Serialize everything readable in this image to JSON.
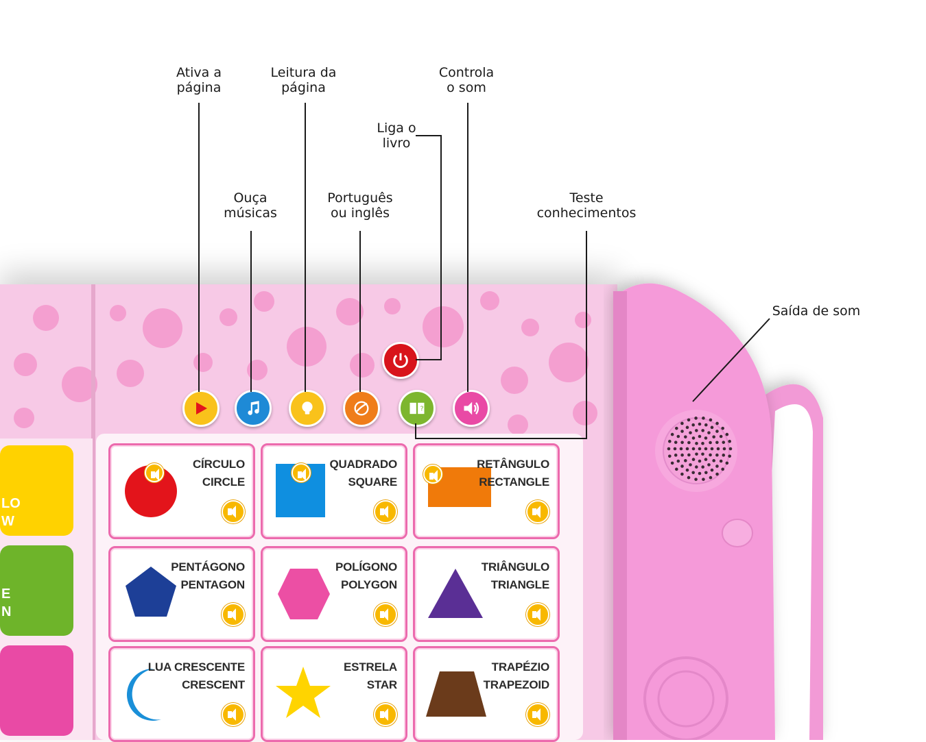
{
  "callouts": {
    "ativa": {
      "line1": "Ativa a",
      "line2": "página"
    },
    "leitura": {
      "line1": "Leitura da",
      "line2": "página"
    },
    "controla": {
      "line1": "Controla",
      "line2": "o som"
    },
    "liga": {
      "line1": "Liga o",
      "line2": "livro"
    },
    "ouca": {
      "line1": "Ouça",
      "line2": "músicas"
    },
    "portugues": {
      "line1": "Português",
      "line2": "ou inglês"
    },
    "teste": {
      "line1": "Teste",
      "line2": "conhecimentos"
    },
    "saida": {
      "line1": "Saída de som"
    }
  },
  "left_tiles": [
    {
      "line1": "LO",
      "line2": "W",
      "color": "#ffd200"
    },
    {
      "line1": "E",
      "line2": "N",
      "color": "#6eb42a"
    },
    {
      "line1": "",
      "line2": "",
      "color": "#e94aa5"
    }
  ],
  "cards": [
    {
      "pt": "CÍRCULO",
      "en": "CIRCLE",
      "shape": "circle",
      "color": "#e3141b"
    },
    {
      "pt": "QUADRADO",
      "en": "SQUARE",
      "shape": "square",
      "color": "#0f8fe0"
    },
    {
      "pt": "RETÂNGULO",
      "en": "RECTANGLE",
      "shape": "rectangle",
      "color": "#f07a0a"
    },
    {
      "pt": "PENTÁGONO",
      "en": "PENTAGON",
      "shape": "pentagon",
      "color": "#1d3f97"
    },
    {
      "pt": "POLÍGONO",
      "en": "POLYGON",
      "shape": "hexagon",
      "color": "#ec4fa4"
    },
    {
      "pt": "TRIÂNGULO",
      "en": "TRIANGLE",
      "shape": "triangle",
      "color": "#5a2f95"
    },
    {
      "pt": "LUA CRESCENTE",
      "en": "CRESCENT",
      "shape": "crescent",
      "color": "#1a8fd8"
    },
    {
      "pt": "ESTRELA",
      "en": "STAR",
      "shape": "star",
      "color": "#ffd400"
    },
    {
      "pt": "TRAPÉZIO",
      "en": "TRAPEZOID",
      "shape": "trapezoid",
      "color": "#6b3b1b"
    }
  ],
  "buttons": [
    {
      "name": "play-icon",
      "color": "#f9c21b"
    },
    {
      "name": "music-icon",
      "color": "#1e8ad6"
    },
    {
      "name": "lightbulb-icon",
      "color": "#f9c21b"
    },
    {
      "name": "language-icon",
      "color": "#ef7d1a"
    },
    {
      "name": "book-quiz-icon",
      "color": "#7db62e"
    },
    {
      "name": "speaker-icon",
      "color": "#e94aa5"
    }
  ],
  "power_button": {
    "name": "power-icon",
    "color": "#d8141b"
  }
}
